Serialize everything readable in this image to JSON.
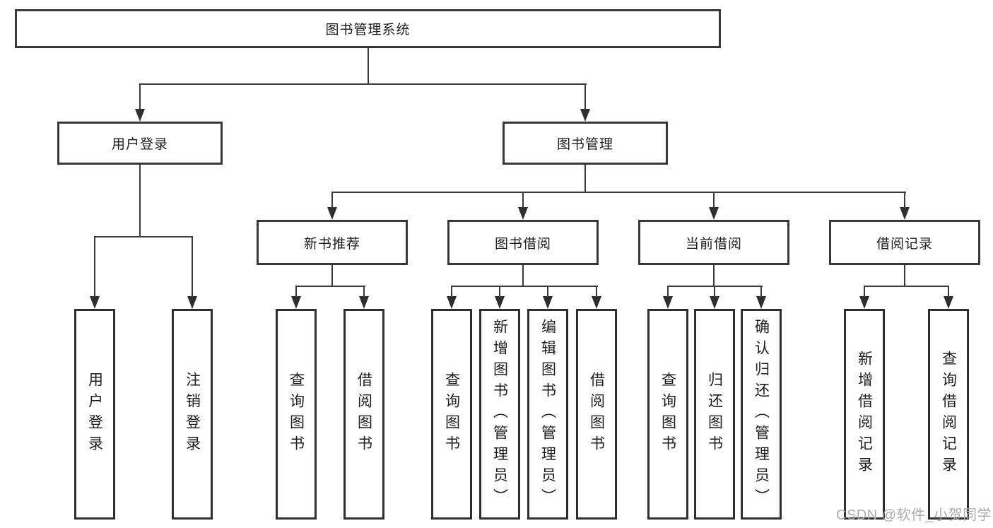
{
  "colors": {
    "line": "#3b3b3b",
    "border": "#383838",
    "text": "#1c1c1e",
    "watermark": "#a8a8ad",
    "background": "#ffffff"
  },
  "root": "图书管理系统",
  "branches": [
    {
      "label": "用户登录",
      "leaves": [
        "用户登录",
        "注销登录"
      ]
    },
    {
      "label": "图书管理",
      "groups": [
        {
          "label": "新书推荐",
          "leaves": [
            "查询图书",
            "借阅图书"
          ]
        },
        {
          "label": "图书借阅",
          "leaves": [
            "查询图书",
            "新增图书（管理员）",
            "编辑图书（管理员）",
            "借阅图书"
          ]
        },
        {
          "label": "当前借阅",
          "leaves": [
            "查询图书",
            "归还图书",
            "确认归还（管理员）"
          ]
        },
        {
          "label": "借阅记录",
          "leaves": [
            "新增借阅记录",
            "查询借阅记录"
          ]
        }
      ]
    }
  ],
  "watermark": "CSDN @软件_小贺同学"
}
